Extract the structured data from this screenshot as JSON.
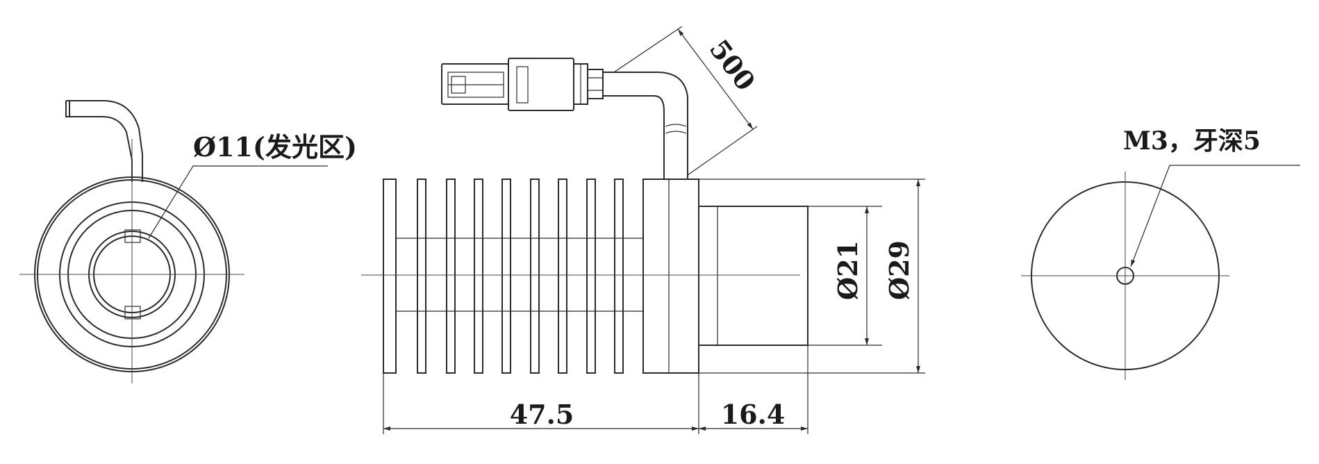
{
  "labels": {
    "emitting_area": "Ø11(发光区)",
    "thread": "M3，牙深5",
    "cable_length": "500",
    "body_length": "47.5",
    "lens_length": "16.4",
    "lens_diameter": "Ø21",
    "body_diameter": "Ø29"
  },
  "colors": {
    "line": "#2a2a2a",
    "background": "#ffffff"
  }
}
